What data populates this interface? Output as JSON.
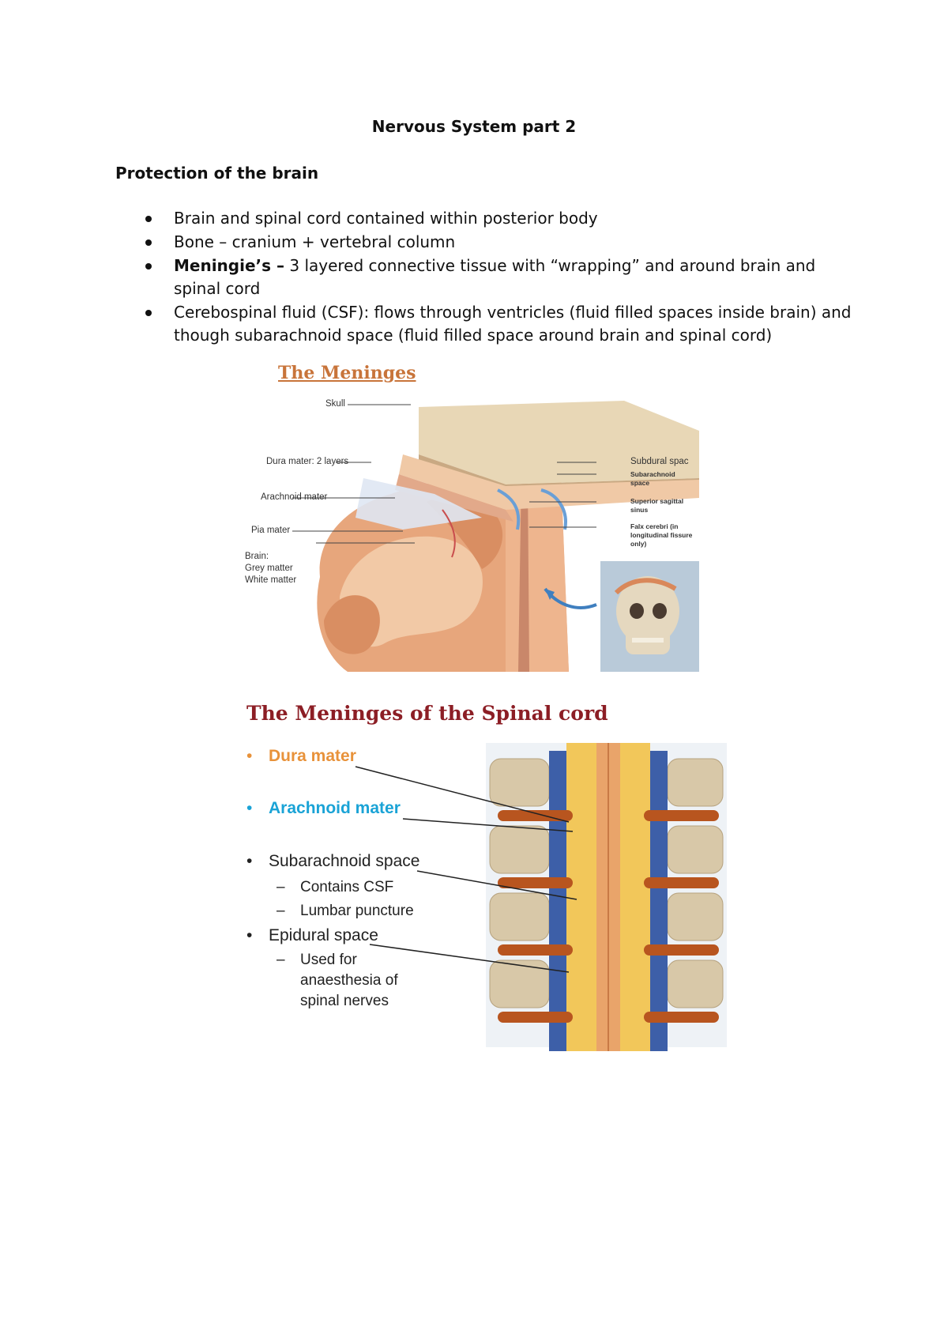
{
  "document": {
    "title": "Nervous System part 2",
    "section_heading": "Protection of the brain",
    "bullets": [
      {
        "bold": "",
        "text": "Brain and spinal cord contained within posterior body"
      },
      {
        "bold": "",
        "text": "Bone – cranium + vertebral column"
      },
      {
        "bold": "Meningie’s –",
        "text": " 3 layered connective tissue with “wrapping” and around brain and spinal cord"
      },
      {
        "bold": "",
        "text": "Cerebospinal fluid (CSF): flows through ventricles (fluid filled spaces inside brain) and though subarachnoid space (fluid filled space around brain and spinal cord)"
      }
    ]
  },
  "figure_meninges": {
    "title": "The Meninges",
    "labels": {
      "skull": "Skull",
      "dura": "Dura mater: 2 layers",
      "arachnoid": "Arachnoid mater",
      "pia": "Pia mater",
      "brain": "Brain:",
      "grey": "Grey matter",
      "white": "White matter",
      "subdural": "Subdural spac",
      "subarachnoid": "Subarachnoid space",
      "sagittal": "Superior sagittal sinus",
      "falx": "Falx cerebri (in longitudinal fissure only)"
    }
  },
  "figure_spinal": {
    "title": "The Meninges of the Spinal cord",
    "items": {
      "dura": "Dura mater",
      "arachnoid": "Arachnoid mater",
      "subarachnoid": "Subarachnoid space",
      "contains_csf": "Contains CSF",
      "lumbar": "Lumbar puncture",
      "epidural": "Epidural space",
      "used_for": "Used for anaesthesia of spinal nerves"
    },
    "bullet_char": "•",
    "dash_char": "–",
    "colors": {
      "dura": "#e8923a",
      "arachnoid": "#1aa3d6",
      "title": "#8c1e25"
    }
  }
}
